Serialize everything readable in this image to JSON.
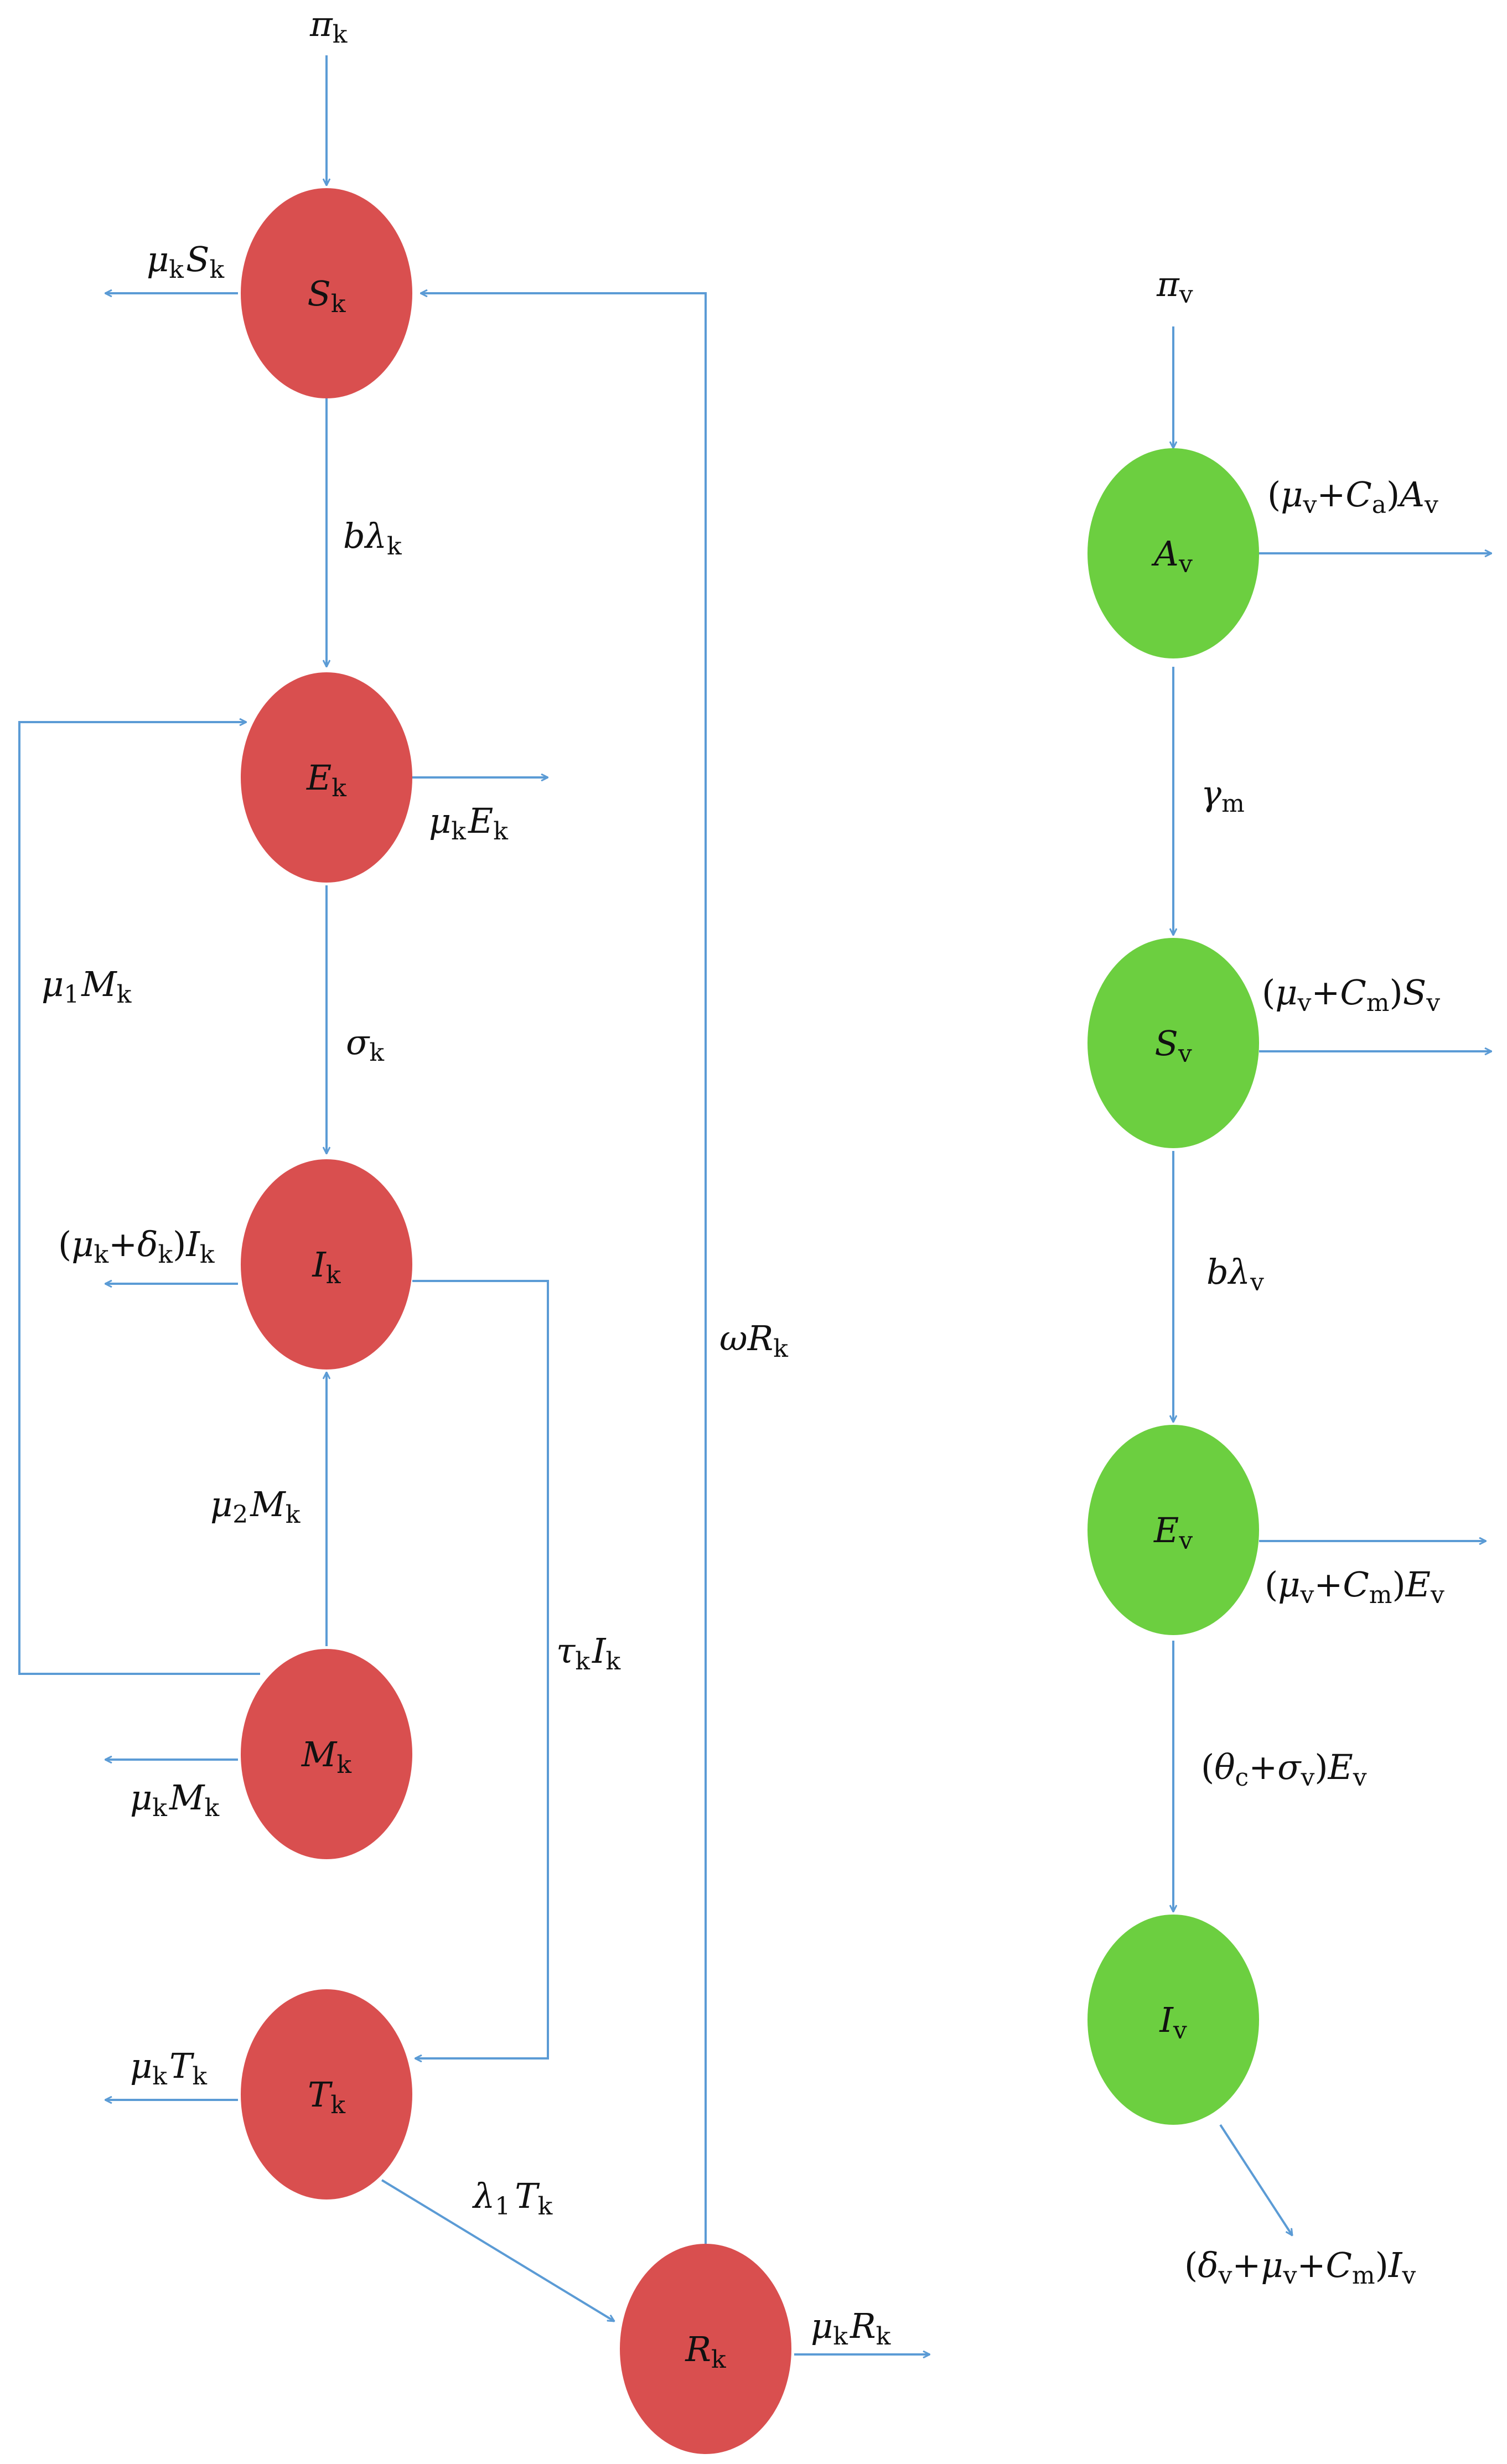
{
  "colors": {
    "human_compartment": "#d94f4f",
    "vector_compartment": "#6ccf40",
    "flow_arrow": "#5b9bd5"
  },
  "nodes": {
    "S_k": {
      "symbol": "S",
      "sub": "k"
    },
    "E_k": {
      "symbol": "E",
      "sub": "k"
    },
    "I_k": {
      "symbol": "I",
      "sub": "k"
    },
    "M_k": {
      "symbol": "M",
      "sub": "k"
    },
    "T_k": {
      "symbol": "T",
      "sub": "k"
    },
    "R_k": {
      "symbol": "R",
      "sub": "k"
    },
    "A_v": {
      "symbol": "A",
      "sub": "v"
    },
    "S_v": {
      "symbol": "S",
      "sub": "v"
    },
    "E_v": {
      "symbol": "E",
      "sub": "v"
    },
    "I_v": {
      "symbol": "I",
      "sub": "v"
    }
  },
  "labels": {
    "pi_k": {
      "sym": "π",
      "sub": "k"
    },
    "pi_v": {
      "sym": "π",
      "sub": "v"
    },
    "mu_S_k": {
      "mu": "μ",
      "mu_sub": "k",
      "var": "S",
      "var_sub": "k"
    },
    "b_lambda_k": {
      "b": "b",
      "lam": "λ",
      "sub": "k"
    },
    "mu_E_k": {
      "mu": "μ",
      "mu_sub": "k",
      "var": "E",
      "var_sub": "k"
    },
    "mu1_M_k": {
      "mu": "μ",
      "mu_sub": "1",
      "var": "M",
      "var_sub": "k"
    },
    "sigma_k": {
      "sym": "σ",
      "sub": "k"
    },
    "mu_delta_I_k": {
      "open": "(",
      "mu": "μ",
      "mu_sub": "k",
      "plus": "+",
      "delta": "δ",
      "delta_sub": "k",
      "close": ")",
      "var": "I",
      "var_sub": "k"
    },
    "mu2_M_k": {
      "mu": "μ",
      "mu_sub": "2",
      "var": "M",
      "var_sub": "k"
    },
    "mu_M_k": {
      "mu": "μ",
      "mu_sub": "k",
      "var": "M",
      "var_sub": "k"
    },
    "tau_I_k": {
      "tau": "τ",
      "tau_sub": "k",
      "var": "I",
      "var_sub": "k"
    },
    "mu_T_k": {
      "mu": "μ",
      "mu_sub": "k",
      "var": "T",
      "var_sub": "k"
    },
    "lambda1_T_k": {
      "lam": "λ",
      "lam_sub": "1",
      "var": "T",
      "var_sub": "k"
    },
    "mu_R_k": {
      "mu": "μ",
      "mu_sub": "k",
      "var": "R",
      "var_sub": "k"
    },
    "omega_R_k": {
      "omega": "ω",
      "var": "R",
      "var_sub": "k"
    },
    "mu_Ca_A_v": {
      "open": "(",
      "mu": "μ",
      "mu_sub": "v",
      "plus": "+",
      "c": "C",
      "c_sub": "a",
      "close": ")",
      "var": "A",
      "var_sub": "v"
    },
    "gamma_m": {
      "sym": "γ",
      "sub": "m"
    },
    "mu_Cm_S_v": {
      "open": "(",
      "mu": "μ",
      "mu_sub": "v",
      "plus": "+",
      "c": "C",
      "c_sub": "m",
      "close": ")",
      "var": "S",
      "var_sub": "v"
    },
    "b_lambda_v": {
      "b": "b",
      "lam": "λ",
      "sub": "v"
    },
    "mu_Cm_E_v": {
      "open": "(",
      "mu": "μ",
      "mu_sub": "v",
      "plus": "+",
      "c": "C",
      "c_sub": "m",
      "close": ")",
      "var": "E",
      "var_sub": "v"
    },
    "theta_sigma_E_v": {
      "open": "(",
      "theta": "θ",
      "theta_sub": "c",
      "plus": "+",
      "sigma": "σ",
      "sigma_sub": "v",
      "close": ")",
      "var": "E",
      "var_sub": "v"
    },
    "delta_mu_Cm_I_v": {
      "open": "(",
      "delta": "δ",
      "delta_sub": "v",
      "plus1": "+",
      "mu": "μ",
      "mu_sub": "v",
      "plus2": "+",
      "c": "C",
      "c_sub": "m",
      "close": ")",
      "var": "I",
      "var_sub": "v"
    }
  }
}
